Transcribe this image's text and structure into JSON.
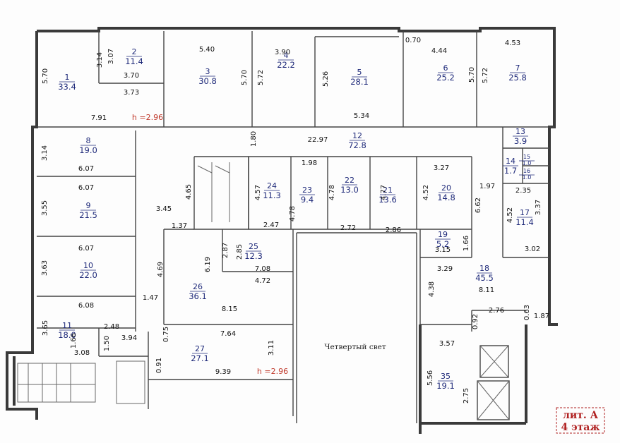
{
  "title": {
    "lit": "лит. А",
    "floor": "4 этаж"
  },
  "courtyard_label": "Четвертый свет",
  "heights": [
    "h =2.96",
    "h =2.96"
  ],
  "rooms": [
    {
      "n": "1",
      "a": "33.4"
    },
    {
      "n": "2",
      "a": "11.4"
    },
    {
      "n": "3",
      "a": "30.8"
    },
    {
      "n": "4",
      "a": "22.2"
    },
    {
      "n": "5",
      "a": "28.1"
    },
    {
      "n": "6",
      "a": "25.2"
    },
    {
      "n": "7",
      "a": "25.8"
    },
    {
      "n": "8",
      "a": "19.0"
    },
    {
      "n": "9",
      "a": "21.5"
    },
    {
      "n": "10",
      "a": "22.0"
    },
    {
      "n": "11",
      "a": "18.0"
    },
    {
      "n": "12",
      "a": "72.8"
    },
    {
      "n": "13",
      "a": "3.9"
    },
    {
      "n": "14",
      "a": "1.7"
    },
    {
      "n": "15",
      "a": "1.0"
    },
    {
      "n": "16",
      "a": "1.0"
    },
    {
      "n": "17",
      "a": "11.4"
    },
    {
      "n": "18",
      "a": "45.5"
    },
    {
      "n": "19",
      "a": "5.2"
    },
    {
      "n": "20",
      "a": "14.8"
    },
    {
      "n": "21",
      "a": "13.6"
    },
    {
      "n": "22",
      "a": "13.0"
    },
    {
      "n": "23",
      "a": "9.4"
    },
    {
      "n": "24",
      "a": "11.3"
    },
    {
      "n": "25",
      "a": "12.3"
    },
    {
      "n": "26",
      "a": "36.1"
    },
    {
      "n": "27",
      "a": "27.1"
    },
    {
      "n": "35",
      "a": "19.1"
    }
  ],
  "dims": [
    "5.70",
    "3.07",
    "3.14",
    "3.70",
    "3.73",
    "7.91",
    "5.40",
    "5.70",
    "3.90",
    "5.72",
    "5.26",
    "0.70",
    "4.44",
    "5.70",
    "4.53",
    "5.72",
    "5.34",
    "1.80",
    "22.97",
    "3.14",
    "6.07",
    "1.98",
    "3.27",
    "1.97",
    "6.07",
    "3.55",
    "3.45",
    "4.65",
    "4.57",
    "4.78",
    "4.78",
    "4.77",
    "4.52",
    "6.62",
    "2.35",
    "3.37",
    "4.52",
    "1.37",
    "2.47",
    "2.72",
    "2.86",
    "1.66",
    "3.02",
    "6.07",
    "3.63",
    "2.87",
    "2.85",
    "6.19",
    "4.69",
    "7.08",
    "3.15",
    "3.29",
    "4.72",
    "4.38",
    "8.11",
    "1.47",
    "8.15",
    "6.08",
    "3.65",
    "2.48",
    "3.94",
    "1.66",
    "1.50",
    "0.75",
    "7.64",
    "2.76",
    "0.63",
    "1.87",
    "0.92",
    "3.57",
    "3.08",
    "3.11",
    "0.91",
    "9.39",
    "5.56",
    "2.75"
  ]
}
